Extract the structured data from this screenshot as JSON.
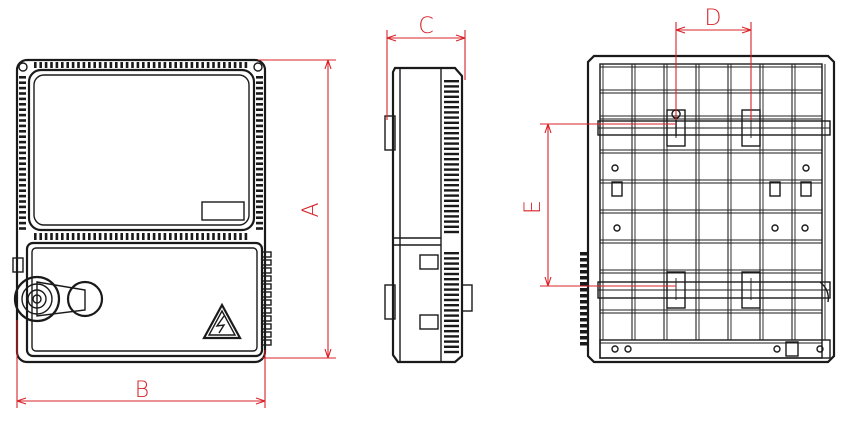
{
  "diagram": {
    "dimension_labels": {
      "a": "A",
      "b": "B",
      "c": "C",
      "d": "D",
      "e": "E"
    },
    "colors": {
      "outline": "#1a1a1a",
      "dimension": "#d8232a",
      "background": "#ffffff"
    },
    "icons": {
      "warning": "electrical-hazard-triangle-icon",
      "cable_gland": "cable-gland-icon"
    }
  }
}
